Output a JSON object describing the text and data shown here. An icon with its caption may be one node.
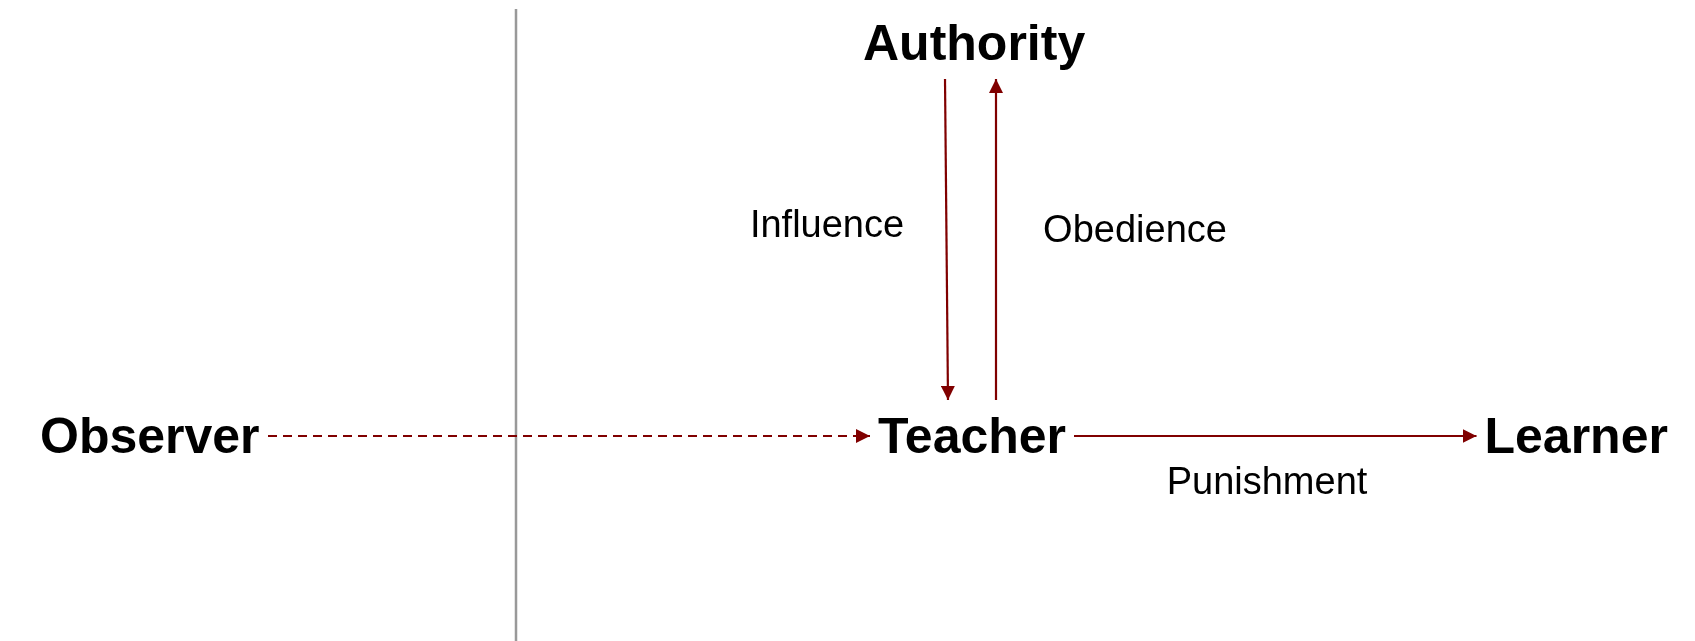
{
  "diagram": {
    "nodes": [
      {
        "text": [
          "Authority"
        ]
      },
      {
        "text": [
          "Observer"
        ]
      },
      {
        "text": [
          "Teacher"
        ]
      },
      {
        "text": [
          "Learner"
        ]
      }
    ],
    "edges": [
      {
        "from": 1,
        "to": 2,
        "arrow": "to",
        "style": "dashed"
      },
      {
        "from": 0,
        "to": 2,
        "arrow": "to",
        "label": "Influence"
      },
      {
        "from": 2,
        "to": 0,
        "arrow": "to",
        "label": "Obedience"
      },
      {
        "from": 2,
        "to": 3,
        "arrow": "to",
        "label": "Punishment"
      }
    ]
  }
}
